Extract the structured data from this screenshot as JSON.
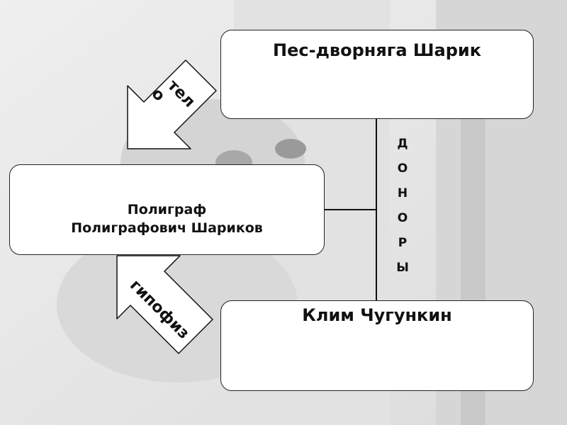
{
  "boxes": {
    "top": "Пес-дворняга Шарик",
    "middle_line1": "Полиграф",
    "middle_line2": "Полиграфович Шариков",
    "bottom": "Клим Чугункин"
  },
  "connector_label": [
    "Д",
    "О",
    "Н",
    "О",
    "Р",
    "Ы"
  ],
  "arrows": {
    "body_line1": "тел",
    "body_line2": "о",
    "pituitary": "гипофиз"
  },
  "colors": {
    "background": "#e9e9e9",
    "box_fill": "#ffffff",
    "stroke": "#111111"
  }
}
